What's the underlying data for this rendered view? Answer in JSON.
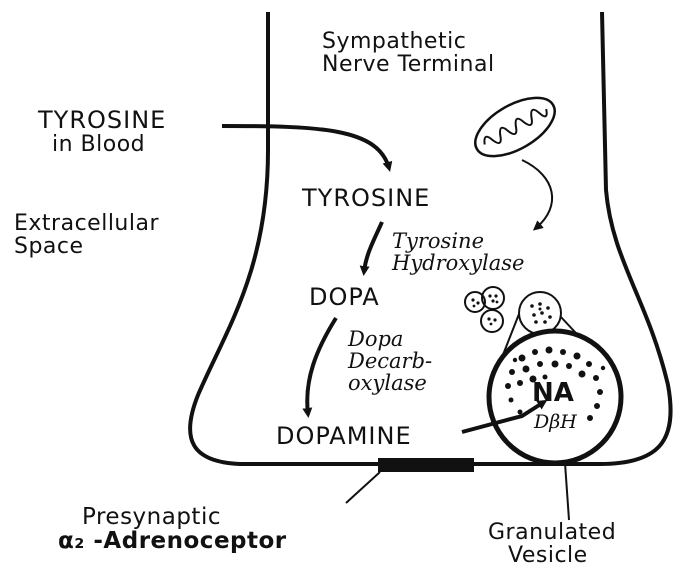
{
  "labels": {
    "terminal": [
      "Sympathetic",
      "Nerve Terminal"
    ],
    "tyrosine_blood": [
      "TYROSINE",
      "in Blood"
    ],
    "extracellular": [
      "Extracellular",
      "Space"
    ],
    "tyrosine": "TYROSINE",
    "tyrosine_hydroxylase": [
      "Tyrosine",
      "Hydroxylase"
    ],
    "dopa": "DOPA",
    "dopa_decarboxylase": [
      "Dopa",
      "Decarb-",
      "oxylase"
    ],
    "dopamine": "DOPAMINE",
    "na": "NA",
    "dbh": "DβH",
    "presynaptic": [
      "Presynaptic",
      "α₂ -Adrenoceptor"
    ],
    "granulated_vesicle": [
      "Granulated",
      "Vesicle"
    ]
  }
}
